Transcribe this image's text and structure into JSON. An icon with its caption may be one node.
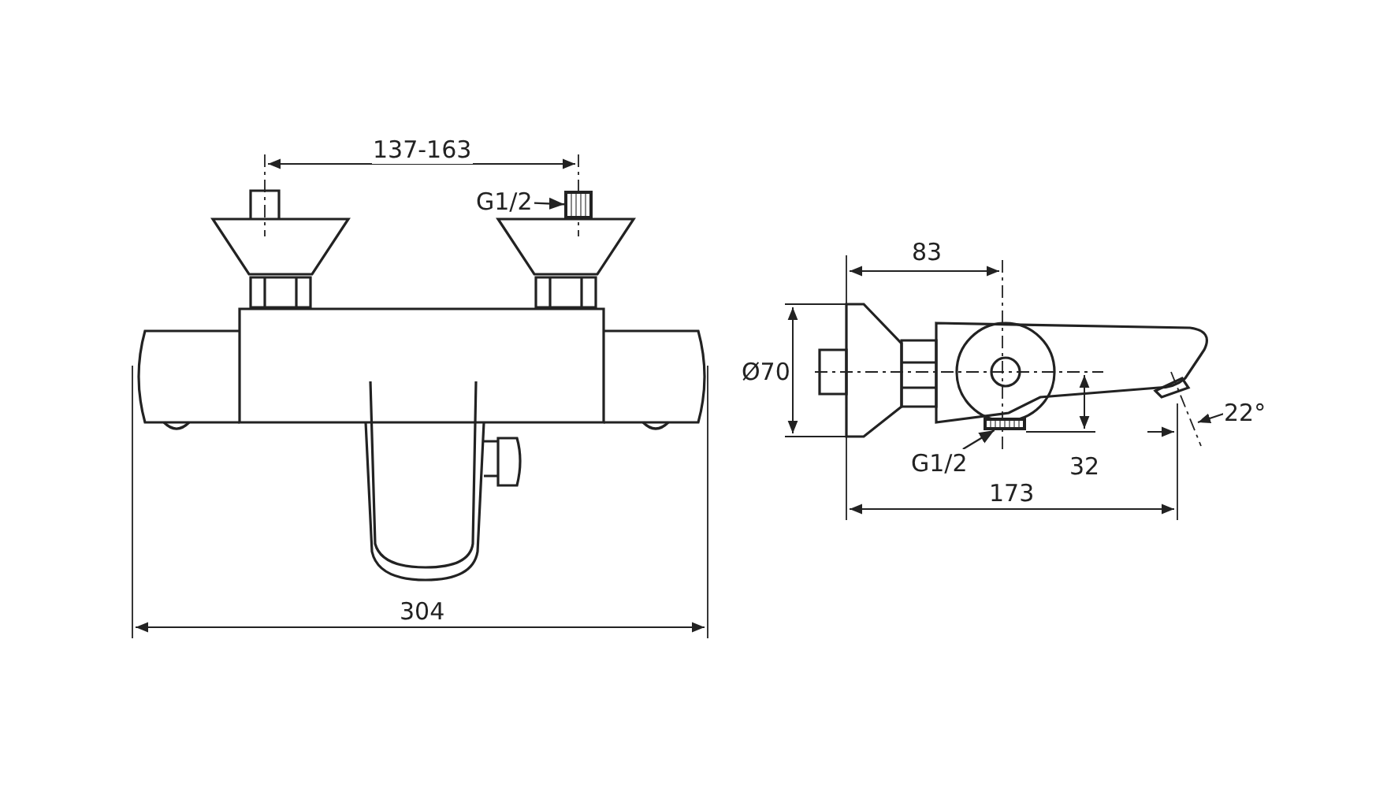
{
  "diagram": {
    "nodes": [
      {
        "text": [
          "G1/2"
        ]
      },
      {
        "text": [],
        "shape": "box"
      },
      {
        "text": [
          "G1/2"
        ]
      },
      {
        "text": [],
        "shape": "box"
      }
    ],
    "edges": [
      {
        "from": 0,
        "to": 1,
        "arrow": "to"
      },
      {
        "from": 2,
        "to": 3,
        "arrow": "to"
      }
    ],
    "labels": [
      "137-163",
      "304",
      "83",
      "Ø70",
      "32",
      "173",
      "22°"
    ]
  }
}
